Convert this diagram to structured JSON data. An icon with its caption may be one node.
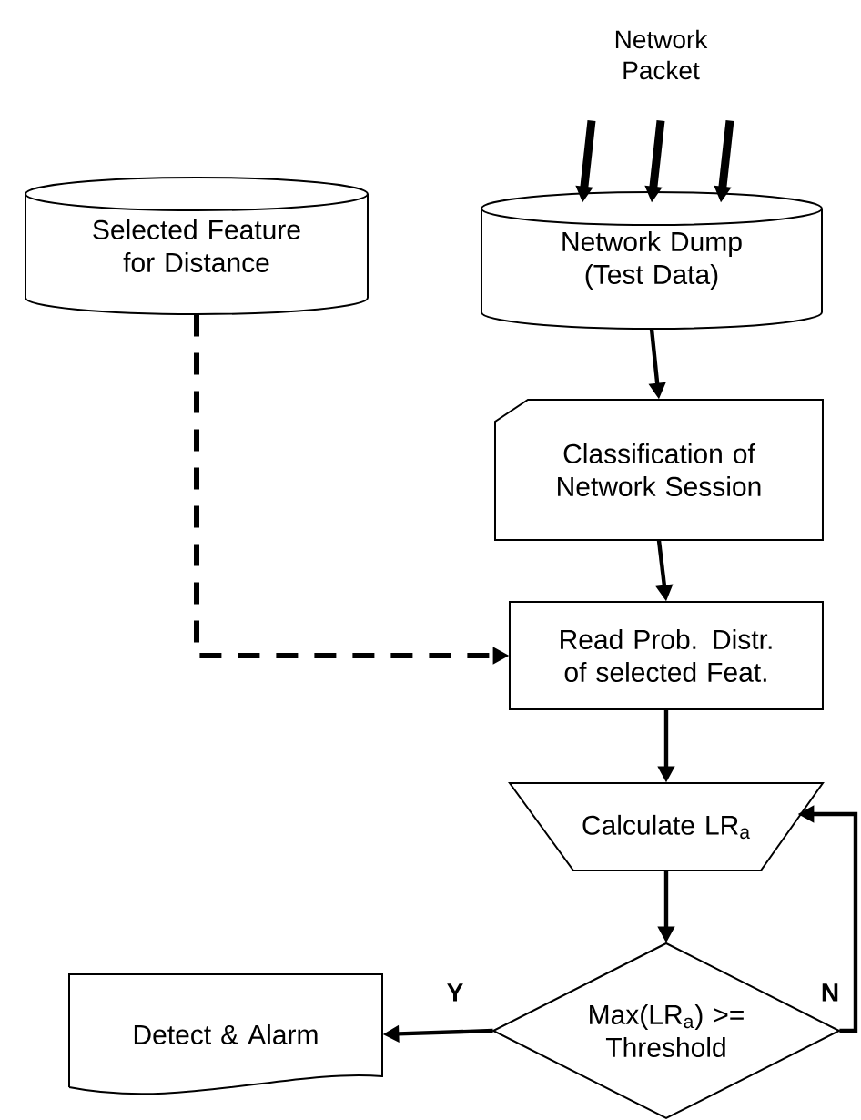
{
  "diagram": {
    "nodes": [
      {
        "text": [
          "Network Packet"
        ]
      },
      {
        "text": [
          "Selected Feature for Distance"
        ]
      },
      {
        "text": [
          "Network Dump (Test Data)"
        ]
      },
      {
        "text": [
          "Classification of Network Session"
        ]
      },
      {
        "text": [
          "Read Prob. Distr. of selected Feat."
        ]
      },
      {
        "text": [
          "Calculate LR$_{a}$"
        ]
      },
      {
        "text": [
          "Max(LR$_{a}$) >= Threshold"
        ]
      },
      {
        "text": [
          "Detect & Alarm"
        ]
      }
    ],
    "edges": [
      {
        "from": 0,
        "to": 2,
        "arrow": "to",
        "style": "thick"
      },
      {
        "from": 0,
        "to": 2,
        "arrow": "to",
        "style": "thick"
      },
      {
        "from": 0,
        "to": 2,
        "arrow": "to",
        "style": "thick"
      },
      {
        "from": 1,
        "to": 4,
        "arrow": "to",
        "style": "dashed"
      },
      {
        "from": 2,
        "to": 3,
        "arrow": "to"
      },
      {
        "from": 3,
        "to": 4,
        "arrow": "to"
      },
      {
        "from": 4,
        "to": 5,
        "arrow": "to"
      },
      {
        "from": 5,
        "to": 6,
        "arrow": "to"
      },
      {
        "from": 6,
        "to": 7,
        "arrow": "to",
        "label": "Y"
      },
      {
        "from": 6,
        "to": 5,
        "arrow": "to",
        "label": "N"
      }
    ]
  }
}
